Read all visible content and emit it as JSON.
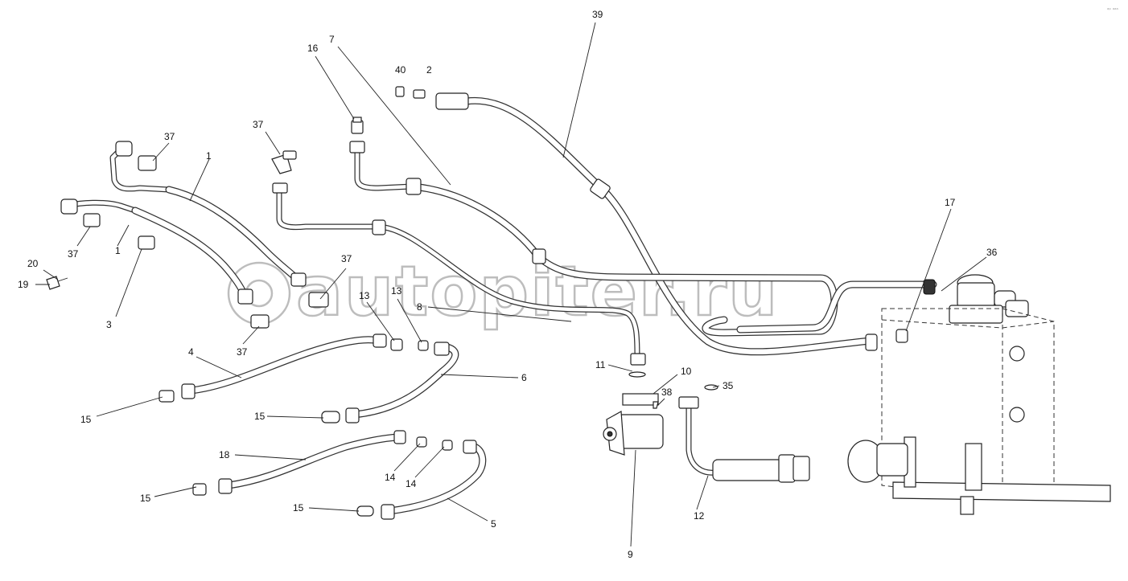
{
  "watermark": "autopiter.ru",
  "corner_mark": "ᵃᵖ ᵃᵃᵃ",
  "callouts": [
    {
      "id": "39",
      "text": "39"
    },
    {
      "id": "7",
      "text": "7"
    },
    {
      "id": "16",
      "text": "16"
    },
    {
      "id": "40",
      "text": "40"
    },
    {
      "id": "2",
      "text": "2"
    },
    {
      "id": "37a",
      "text": "37"
    },
    {
      "id": "37b",
      "text": "37"
    },
    {
      "id": "1a",
      "text": "1"
    },
    {
      "id": "1b",
      "text": "1"
    },
    {
      "id": "37c",
      "text": "37"
    },
    {
      "id": "20",
      "text": "20"
    },
    {
      "id": "19",
      "text": "19"
    },
    {
      "id": "3",
      "text": "3"
    },
    {
      "id": "37d",
      "text": "37"
    },
    {
      "id": "37e",
      "text": "37"
    },
    {
      "id": "13a",
      "text": "13"
    },
    {
      "id": "13b",
      "text": "13"
    },
    {
      "id": "8",
      "text": "8"
    },
    {
      "id": "4",
      "text": "4"
    },
    {
      "id": "6",
      "text": "6"
    },
    {
      "id": "15a",
      "text": "15"
    },
    {
      "id": "15b",
      "text": "15"
    },
    {
      "id": "11",
      "text": "11"
    },
    {
      "id": "10",
      "text": "10"
    },
    {
      "id": "38",
      "text": "38"
    },
    {
      "id": "35",
      "text": "35"
    },
    {
      "id": "17",
      "text": "17"
    },
    {
      "id": "36",
      "text": "36"
    },
    {
      "id": "18",
      "text": "18"
    },
    {
      "id": "14a",
      "text": "14"
    },
    {
      "id": "14b",
      "text": "14"
    },
    {
      "id": "15c",
      "text": "15"
    },
    {
      "id": "15d",
      "text": "15"
    },
    {
      "id": "5",
      "text": "5"
    },
    {
      "id": "12",
      "text": "12"
    },
    {
      "id": "9",
      "text": "9"
    }
  ]
}
